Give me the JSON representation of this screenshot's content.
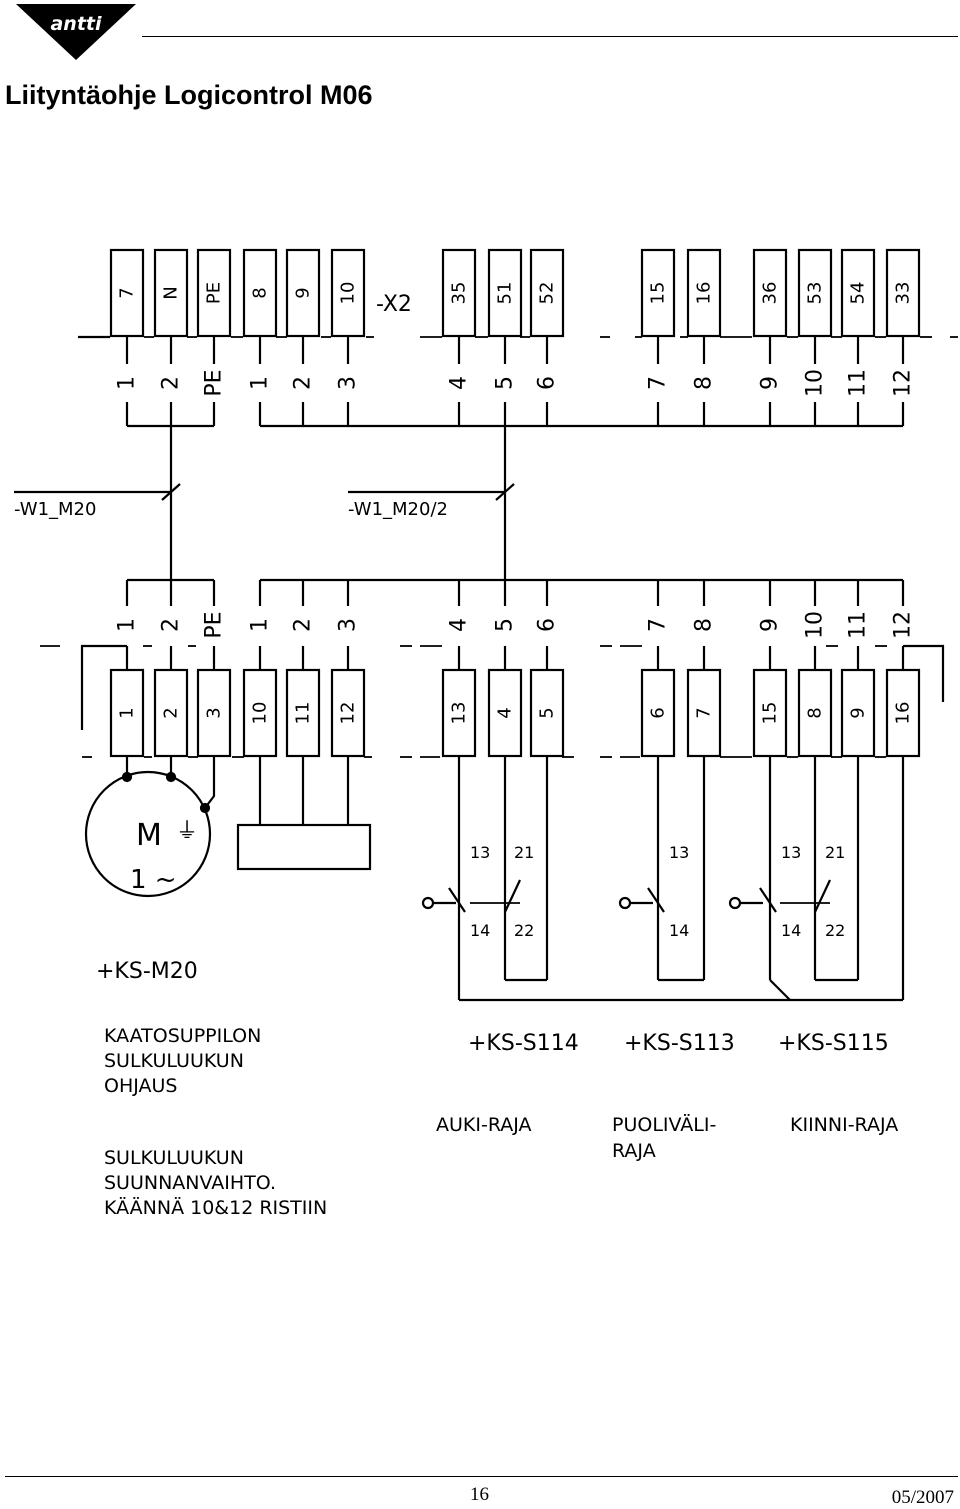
{
  "header": {
    "logo_text": "antti",
    "title": "Liityntäohje Logicontrol M06"
  },
  "diagram": {
    "x2_label": "-X2",
    "top_terminals": [
      "7",
      "N",
      "PE",
      "8",
      "9",
      "10",
      "35",
      "51",
      "52",
      "15",
      "16",
      "36",
      "53",
      "54",
      "33"
    ],
    "top_pins": [
      "1",
      "2",
      "PE",
      "1",
      "2",
      "3",
      "4",
      "5",
      "6",
      "7",
      "8",
      "9",
      "10",
      "11",
      "12"
    ],
    "cable_1": "-W1_M20",
    "cable_2": "-W1_M20/2",
    "bottom_pins": [
      "1",
      "2",
      "PE",
      "1",
      "2",
      "3",
      "4",
      "5",
      "6",
      "7",
      "8",
      "9",
      "10",
      "11",
      "12"
    ],
    "bottom_terminals": [
      "1",
      "2",
      "3",
      "10",
      "11",
      "12",
      "13",
      "4",
      "5",
      "6",
      "7",
      "15",
      "8",
      "9",
      "16"
    ],
    "motor": {
      "letter": "M",
      "phase": "1 ~",
      "ground_symbol": "⏚"
    },
    "motor_tag": "+KS-M20",
    "switches": [
      {
        "tag": "+KS-S114",
        "contacts": [
          "13",
          "21",
          "14",
          "22"
        ],
        "caption": "AUKI-RAJA"
      },
      {
        "tag": "+KS-S113",
        "contacts": [
          "13",
          "14"
        ],
        "caption_line1": "PUOLIVÄLI-",
        "caption_line2": "RAJA"
      },
      {
        "tag": "+KS-S115",
        "contacts": [
          "13",
          "21",
          "14",
          "22"
        ],
        "caption": "KIINNI-RAJA"
      }
    ],
    "notes": {
      "n1": "KAATOSUPPILON",
      "n2": "SULKULUUKUN",
      "n3": "OHJAUS",
      "n4": "SULKULUUKUN",
      "n5": "SUUNNANVAIHTO.",
      "n6": "KÄÄNNÄ  10&12  RISTIIN"
    }
  },
  "footer": {
    "page": "16",
    "date": "05/2007"
  }
}
